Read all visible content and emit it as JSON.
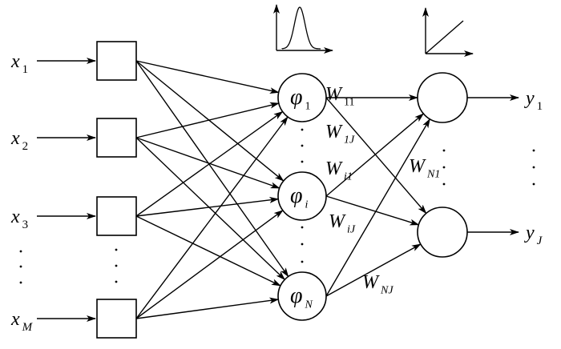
{
  "inputs": [
    {
      "name": "x",
      "sub": "1"
    },
    {
      "name": "x",
      "sub": "2"
    },
    {
      "name": "x",
      "sub": "3"
    },
    {
      "name": "x",
      "sub": "M"
    }
  ],
  "hidden": [
    {
      "name": "φ",
      "sub": "1"
    },
    {
      "name": "φ",
      "sub": "i"
    },
    {
      "name": "φ",
      "sub": "N"
    }
  ],
  "outputs": [
    {
      "name": "y",
      "sub": "1"
    },
    {
      "name": "y",
      "sub": "J"
    }
  ],
  "weights": [
    {
      "name": "W",
      "sub": "11"
    },
    {
      "name": "W",
      "sub": "1J"
    },
    {
      "name": "W",
      "sub": "i1"
    },
    {
      "name": "W",
      "sub": "iJ"
    },
    {
      "name": "W",
      "sub": "N1"
    },
    {
      "name": "W",
      "sub": "NJ"
    }
  ],
  "hidden_activation_icon": "gaussian-curve-icon",
  "output_activation_icon": "linear-function-icon",
  "color": "#000000"
}
